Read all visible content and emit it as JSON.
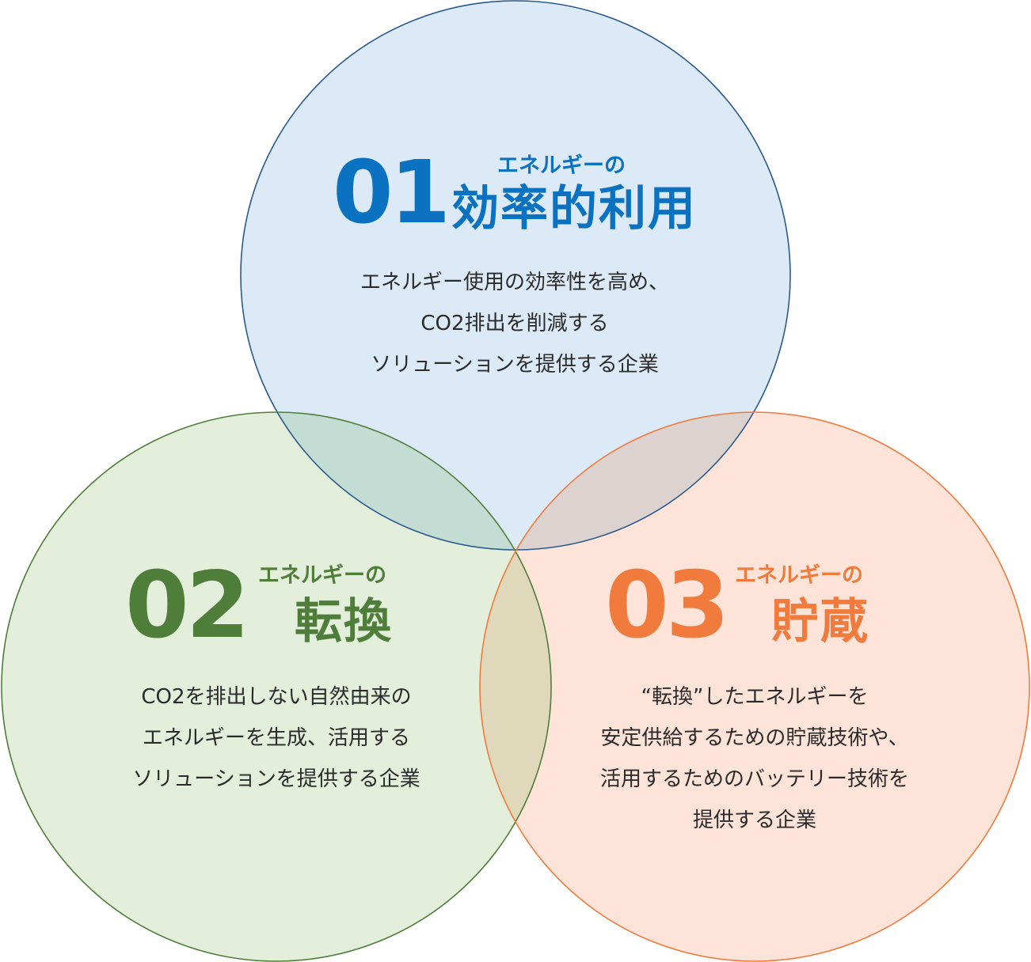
{
  "colors": {
    "blue": "#0a72c1",
    "green": "#4f7e3a",
    "orange": "#f07b3c",
    "blue_fill": "#dbeaf6",
    "green_fill": "#e3eedb",
    "orange_fill": "#fde3d8",
    "text": "#2b2b2b"
  },
  "circles": [
    {
      "number": "01",
      "subtitle": "エネルギーの",
      "title": "効率的利用",
      "lines": [
        "エネルギー使用の効率性を高め、",
        "CO2排出を削減する",
        "ソリューションを提供する企業"
      ]
    },
    {
      "number": "02",
      "subtitle": "エネルギーの",
      "title": "転換",
      "lines": [
        "CO2を排出しない自然由来の",
        "エネルギーを生成、活用する",
        "ソリューションを提供する企業"
      ]
    },
    {
      "number": "03",
      "subtitle": "エネルギーの",
      "title": "貯蔵",
      "lines": [
        "“転換”したエネルギーを",
        "安定供給するための貯蔵技術や、",
        "活用するためのバッテリー技術を",
        "提供する企業"
      ]
    }
  ]
}
